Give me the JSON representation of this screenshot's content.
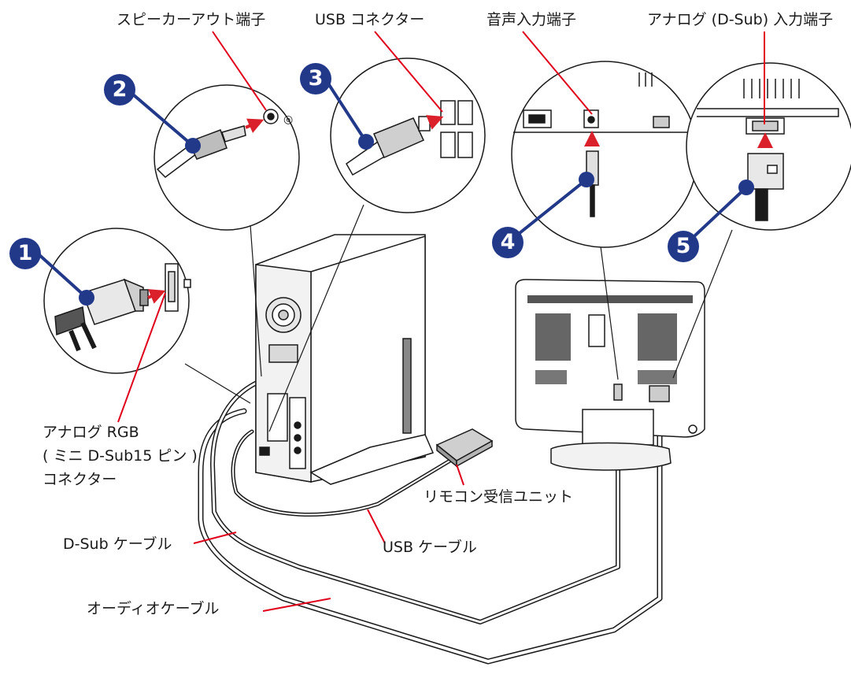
{
  "labels": {
    "speaker_out": "スピーカーアウト端子",
    "usb_connector": "USB コネクター",
    "audio_in": "音声入力端子",
    "analog_in": "アナログ (D-Sub) 入力端子",
    "rgb_line1": "アナログ RGB",
    "rgb_line2": "( ミニ D-Sub15 ピン )",
    "rgb_line3": "コネクター",
    "remote_unit": "リモコン受信ユニット",
    "dsub_cable": "D-Sub ケーブル",
    "usb_cable": "USB ケーブル",
    "audio_cable": "オーディオケーブル"
  },
  "steps": [
    "1",
    "2",
    "3",
    "4",
    "5"
  ],
  "colors": {
    "step_badge": "#22398a",
    "leader": "#e0001b",
    "arrow": "#d9202b",
    "line": "#1a1a1a"
  }
}
